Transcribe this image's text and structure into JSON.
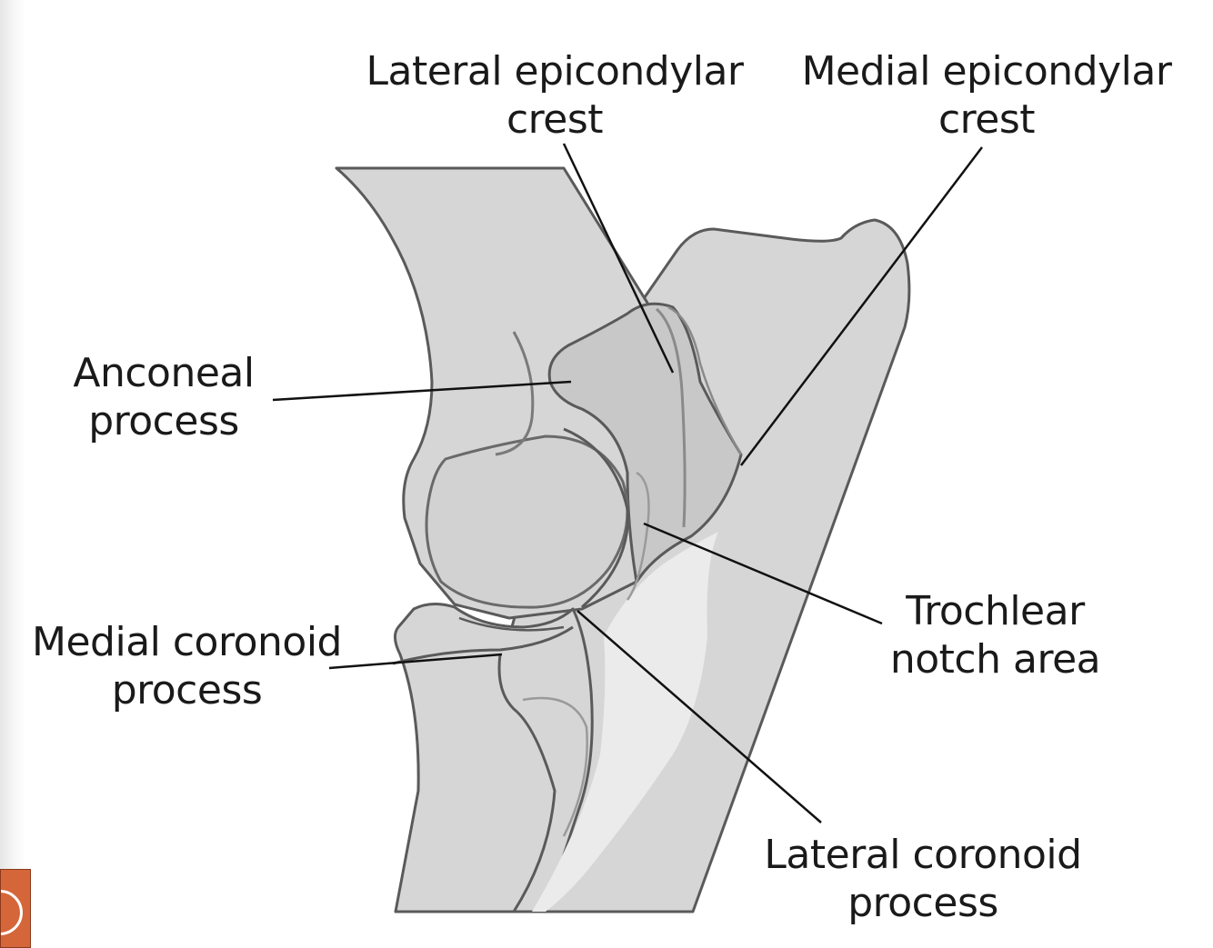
{
  "diagram": {
    "labels": {
      "lateral_epicondylar_crest": [
        "Lateral epicondylar",
        "crest"
      ],
      "medial_epicondylar_crest": [
        "Medial epicondylar",
        "crest"
      ],
      "anconeal_process": [
        "Anconeal",
        "process"
      ],
      "trochlear_notch_area": [
        "Trochlear",
        "notch area"
      ],
      "medial_coronoid_process": [
        "Medial coronoid",
        "process"
      ],
      "lateral_coronoid_process": [
        "Lateral coronoid",
        "process"
      ]
    },
    "colors": {
      "bone_fill": "#d6d6d6",
      "bone_shade": "#c4c4c4",
      "bone_highlight": "#ebebeb",
      "outline": "#5a5a5a",
      "leader_line": "#111111",
      "accent_button": "#d4663a"
    }
  }
}
